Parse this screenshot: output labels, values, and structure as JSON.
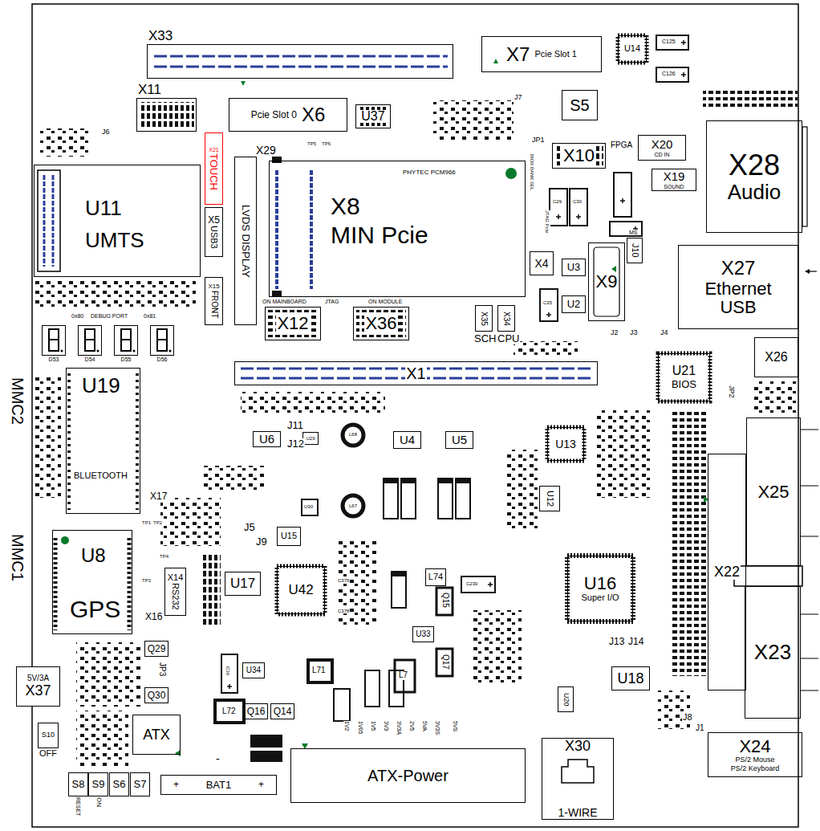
{
  "diagram": {
    "nodes": [
      {
        "text": [
          "X33"
        ]
      },
      {
        "text": [
          "X11"
        ]
      },
      {
        "text": [
          "Pcie Slot 0",
          "X6"
        ]
      },
      {
        "text": [
          "X7",
          "Pcie Slot 1"
        ]
      },
      {
        "text": [
          "U14"
        ]
      },
      {
        "text": [
          "S5"
        ]
      },
      {
        "text": [
          "U37"
        ]
      },
      {
        "text": [
          "X21",
          "TOUCH"
        ]
      },
      {
        "text": [
          "LVDS DISPLAY"
        ]
      },
      {
        "text": [
          "X8",
          "MIN Pcie",
          "PHYTEC PCM966"
        ]
      },
      {
        "text": [
          "X10"
        ]
      },
      {
        "text": [
          "X20",
          "CD IN"
        ]
      },
      {
        "text": [
          "X19",
          "SOUND"
        ]
      },
      {
        "text": [
          "X28",
          "Audio"
        ]
      },
      {
        "text": [
          "X27",
          "Ethernet USB"
        ]
      },
      {
        "text": [
          "U11",
          "UMTS"
        ]
      },
      {
        "text": [
          "X5",
          "USB3"
        ]
      },
      {
        "text": [
          "X15",
          "FRONT"
        ]
      },
      {
        "text": [
          "X12"
        ]
      },
      {
        "text": [
          "X36"
        ]
      },
      {
        "text": [
          "X4"
        ]
      },
      {
        "text": [
          "U3"
        ]
      },
      {
        "text": [
          "U2"
        ]
      },
      {
        "text": [
          "X9"
        ]
      },
      {
        "text": [
          "J10"
        ]
      },
      {
        "text": [
          "X35"
        ]
      },
      {
        "text": [
          "X34"
        ]
      },
      {
        "text": [
          "D53"
        ]
      },
      {
        "text": [
          "D54"
        ]
      },
      {
        "text": [
          "D55"
        ]
      },
      {
        "text": [
          "D56"
        ]
      },
      {
        "text": [
          "U19",
          "BLUETOOTH"
        ]
      },
      {
        "text": [
          "X1"
        ]
      },
      {
        "text": [
          "U21",
          "BIOS"
        ]
      },
      {
        "text": [
          "X26"
        ]
      },
      {
        "text": [
          "U6"
        ]
      },
      {
        "text": [
          "U29"
        ]
      },
      {
        "text": [
          "U4"
        ]
      },
      {
        "text": [
          "U5"
        ]
      },
      {
        "text": [
          "U13"
        ]
      },
      {
        "text": [
          "U12"
        ]
      },
      {
        "text": [
          "X22"
        ]
      },
      {
        "text": [
          "X25"
        ]
      },
      {
        "text": [
          "X23"
        ]
      },
      {
        "text": [
          "U8",
          "GPS"
        ]
      },
      {
        "text": [
          "X14",
          "RS232"
        ]
      },
      {
        "text": [
          "U15"
        ]
      },
      {
        "text": [
          "U17"
        ]
      },
      {
        "text": [
          "U42"
        ]
      },
      {
        "text": [
          "U16",
          "Super I/O"
        ]
      },
      {
        "text": [
          "U33"
        ]
      },
      {
        "text": [
          "U34"
        ]
      },
      {
        "text": [
          "U18"
        ]
      },
      {
        "text": [
          "U20"
        ]
      },
      {
        "text": [
          "5V/3A",
          "X37"
        ]
      },
      {
        "text": [
          "S10",
          "OFF"
        ]
      },
      {
        "text": [
          "ATX"
        ]
      },
      {
        "text": [
          "S8",
          "RESET"
        ]
      },
      {
        "text": [
          "S9",
          "ON"
        ]
      },
      {
        "text": [
          "S6"
        ]
      },
      {
        "text": [
          "S7"
        ]
      },
      {
        "text": [
          "+",
          "BAT1",
          "+"
        ]
      },
      {
        "text": [
          "ATX-Power"
        ]
      },
      {
        "text": [
          "X30",
          "1-WIRE"
        ]
      },
      {
        "text": [
          "X24",
          "PS/2 Mouse",
          "PS/2 Keyboard"
        ]
      },
      {
        "text": [
          "Q29"
        ]
      },
      {
        "text": [
          "Q30"
        ]
      },
      {
        "text": [
          "Q16"
        ]
      },
      {
        "text": [
          "Q14"
        ]
      },
      {
        "text": [
          "L74"
        ]
      }
    ],
    "labels": [
      "J6",
      "J7",
      "JP1",
      "TP5",
      "TP6",
      "FPGA",
      "BIOS BANK SEL",
      "JTAG Pcie",
      "MS",
      "X29",
      "0x80",
      "DEBUG PORT",
      "0x81",
      "ON MAINBOARD",
      "JTAG",
      "ON MODULE",
      "SCH",
      "CPU",
      "J2",
      "J3",
      "J4",
      "JP2",
      "J11",
      "J12",
      "L68",
      "L67",
      "X17",
      "TP1",
      "TP2",
      "J5",
      "J9",
      "TP4",
      "TP3",
      "X16",
      "JP3",
      "L71",
      "L72",
      "L7",
      "Q15",
      "Q17",
      "J13",
      "J14",
      "J8",
      "J1",
      "MMC2",
      "MMC1",
      "-",
      "1V2",
      "1V05",
      "1V5",
      "3V3",
      "3V3A",
      "2V5",
      "5VA",
      "3V3S",
      "5VS",
      "C125",
      "C126",
      "C29",
      "C30",
      "C35",
      "C230",
      "C36",
      "C376",
      "C378",
      "U30"
    ]
  }
}
